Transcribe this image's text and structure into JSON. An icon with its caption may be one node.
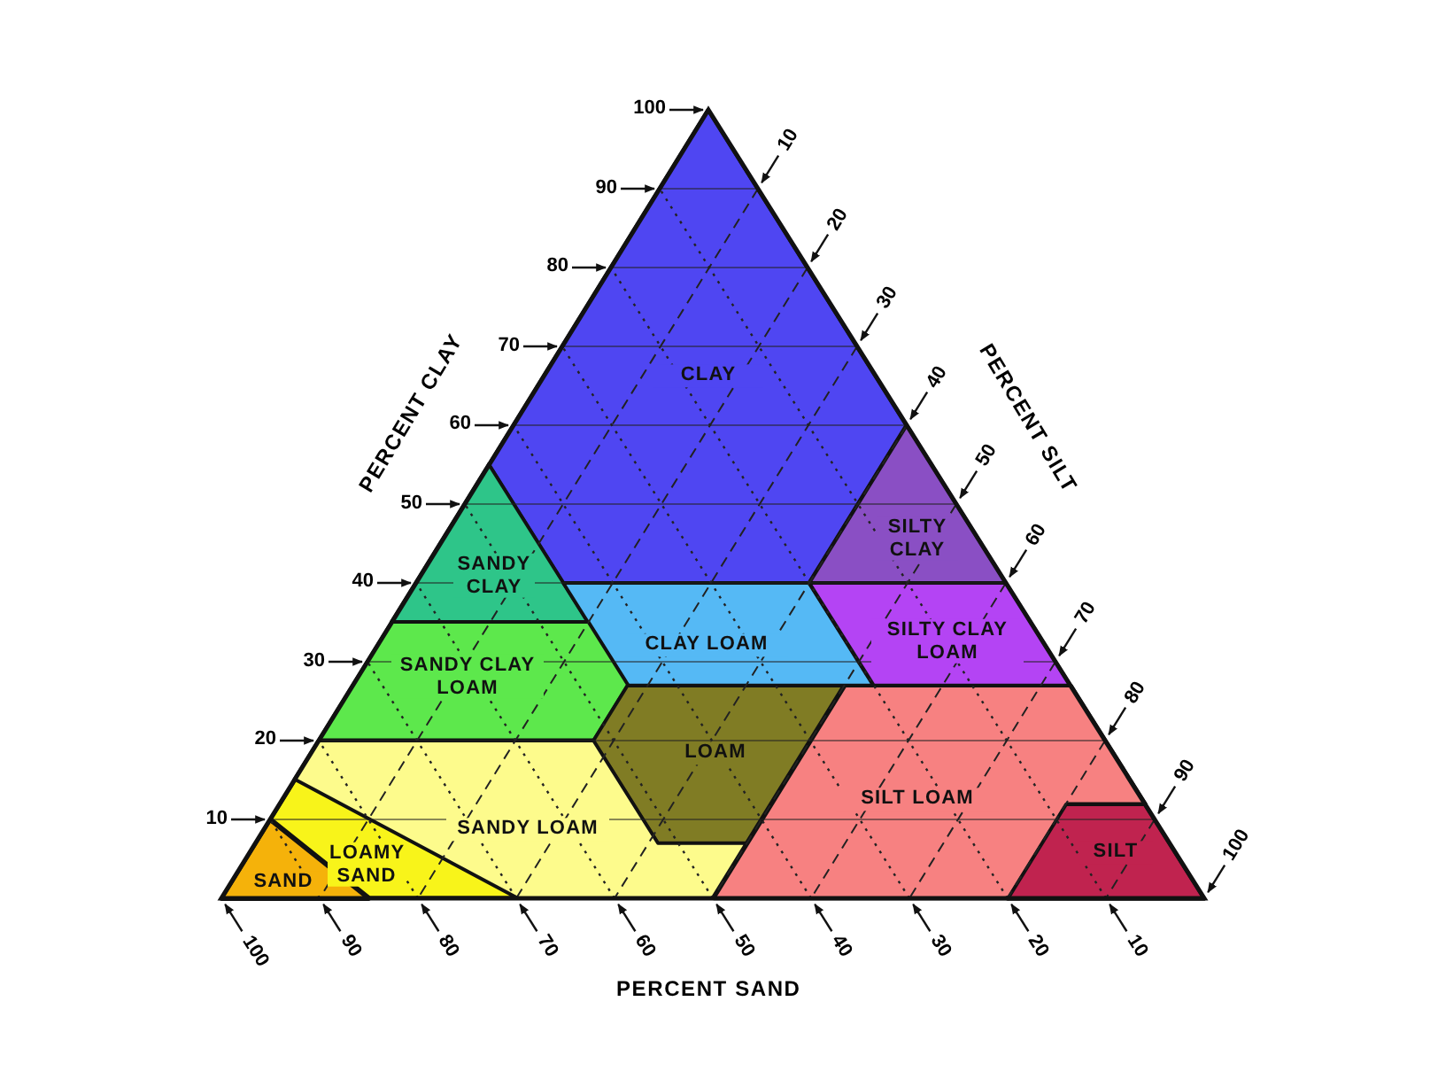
{
  "diagram": {
    "nodes": [
      {
        "text": [
          "CLAY"
        ]
      },
      {
        "text": [
          "SILTY CLAY"
        ]
      },
      {
        "text": [
          "SANDY CLAY"
        ]
      },
      {
        "text": [
          "CLAY LOAM"
        ]
      },
      {
        "text": [
          "SILTY CLAY LOAM"
        ]
      },
      {
        "text": [
          "SANDY CLAY LOAM"
        ]
      },
      {
        "text": [
          "LOAM"
        ]
      },
      {
        "text": [
          "SILT LOAM"
        ]
      },
      {
        "text": [
          "SANDY LOAM"
        ]
      },
      {
        "text": [
          "LOAMY SAND"
        ]
      },
      {
        "text": [
          "SILT"
        ]
      },
      {
        "text": [
          "SAND"
        ]
      }
    ],
    "edges": [],
    "labels": [
      "100",
      "90",
      "80",
      "70",
      "60",
      "50",
      "40",
      "30",
      "20",
      "10",
      "PERCENT CLAY",
      "PERCENT SILT",
      "10",
      "20",
      "30",
      "40",
      "50",
      "60",
      "70",
      "80",
      "90",
      "100",
      "100",
      "90",
      "80",
      "70",
      "60",
      "50",
      "40",
      "30",
      "20",
      "10",
      "PERCENT SAND"
    ]
  }
}
